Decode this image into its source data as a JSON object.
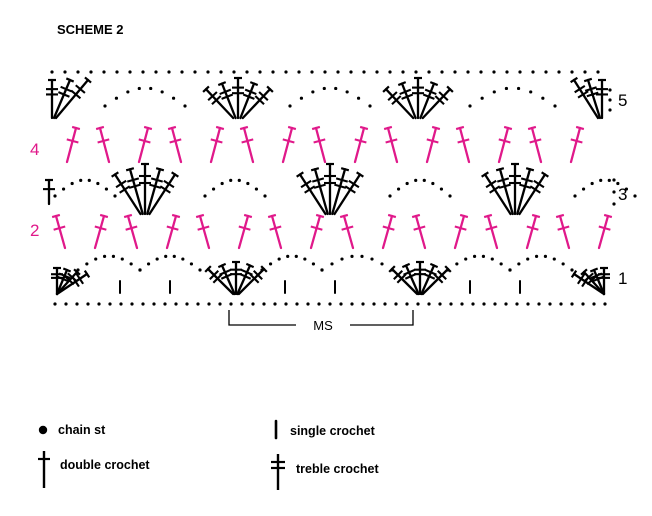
{
  "title": "SCHEME 2",
  "colors": {
    "black": "#000000",
    "pink": "#e0198a"
  },
  "row_labels": {
    "right": [
      {
        "text": "5",
        "color": "#000000"
      },
      {
        "text": "3",
        "color": "#000000"
      },
      {
        "text": "1",
        "color": "#000000"
      }
    ],
    "left": [
      {
        "text": "4",
        "color": "#e0198a"
      },
      {
        "text": "2",
        "color": "#e0198a"
      }
    ]
  },
  "repeat_label": "MS",
  "legend": [
    {
      "symbol": "chain-st-icon",
      "label": "chain st"
    },
    {
      "symbol": "single-crochet-icon",
      "label": "single crochet"
    },
    {
      "symbol": "double-crochet-icon",
      "label": "double crochet"
    },
    {
      "symbol": "treble-crochet-icon",
      "label": "treble crochet"
    }
  ]
}
